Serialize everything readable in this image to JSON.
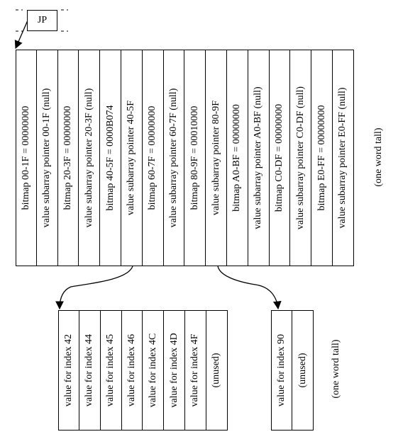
{
  "jp": {
    "label": "JP"
  },
  "top_array": {
    "cells": [
      "bitmap 00-1F = 00000000",
      "value subarray pointer 00-1F (null)",
      "bitmap 20-3F = 00000000",
      "value subarray pointer 20-3F (null)",
      "bitmap 40-5F = 0000B074",
      "value subarray pointer 40-5F",
      "bitmap 60-7F = 00000000",
      "value subarray pointer 60-7F (null)",
      "bitmap 80-9F = 00010000",
      "value subarray pointer 80-9F",
      "bitmap A0-BF = 00000000",
      "value subarray pointer A0-BF (null)",
      "bitmap C0-DF = 00000000",
      "value subarray pointer C0-DF (null)",
      "bitmap E0-FF = 00000000",
      "value subarray pointer E0-FF (null)"
    ],
    "note": "(one word tall)"
  },
  "subarray_40_5F": {
    "cells": [
      "value for index 42",
      "value for index 44",
      "value for index 45",
      "value for index 46",
      "value for index 4C",
      "value for index 4D",
      "value for index 4F",
      "(unused)"
    ]
  },
  "subarray_80_9F": {
    "cells": [
      "value for index 90",
      "(unused)"
    ],
    "note": "(one word tall)"
  }
}
